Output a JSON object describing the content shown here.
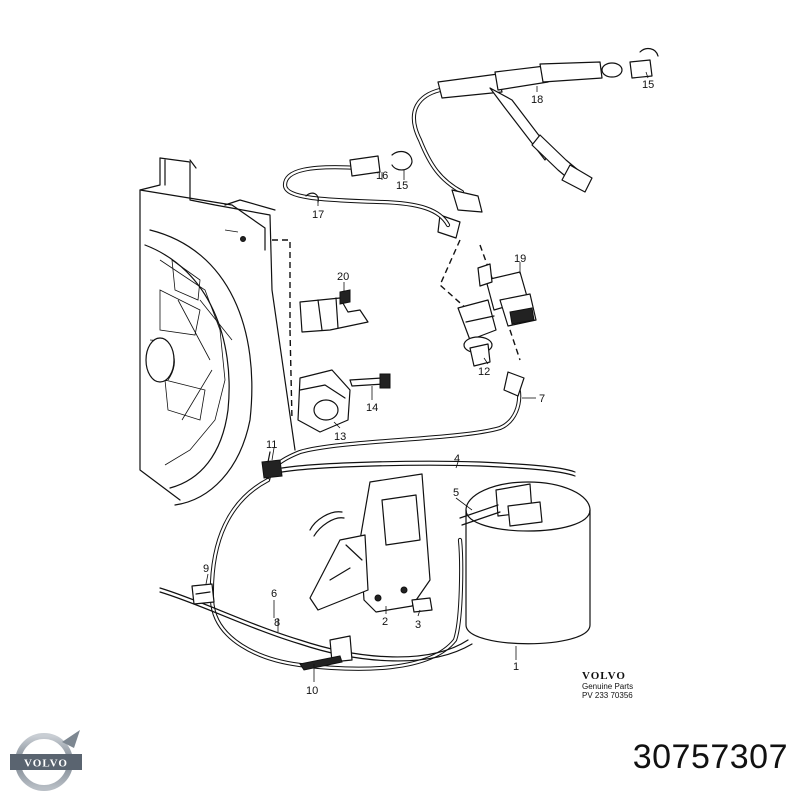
{
  "diagram": {
    "callouts": [
      "1",
      "2",
      "3",
      "4",
      "5",
      "6",
      "7",
      "8",
      "9",
      "10",
      "11",
      "12",
      "13",
      "14",
      "15",
      "16",
      "17",
      "18",
      "19",
      "20",
      "15"
    ]
  },
  "brand_block": {
    "name": "VOLVO",
    "subtitle": "Genuine Parts",
    "code": "PV 233 70356"
  },
  "logo": {
    "text": "VOLVO",
    "color": "#5a6470"
  },
  "part_number": "30757307"
}
